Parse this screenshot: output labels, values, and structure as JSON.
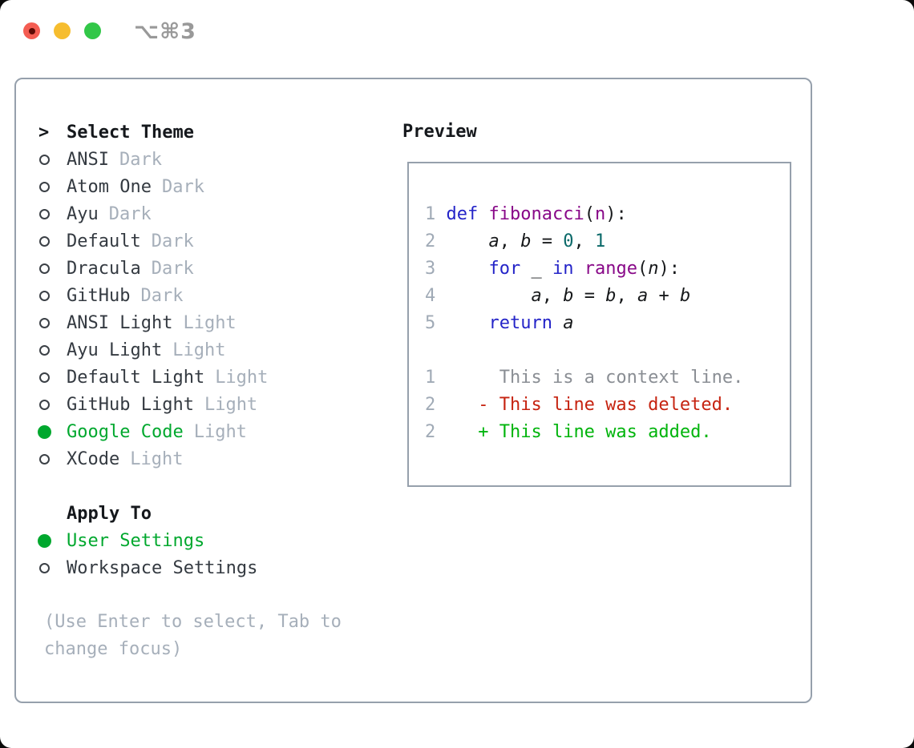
{
  "window": {
    "title": "⌥⌘3"
  },
  "colors": {
    "accent_green": "#00a82e",
    "list_text": "#343a41",
    "muted": "#a6afba",
    "panel_border": "#96a0ac",
    "title_text": "#999999",
    "traffic_red": "#f45d52",
    "traffic_yellow": "#f6bd2f",
    "traffic_green": "#32c748",
    "syntax_keyword": "#2424c8",
    "syntax_function": "#880888",
    "syntax_literal": "#0a6969",
    "syntax_plain": "#17191b",
    "line_number": "#a0aab6",
    "diff_context": "#8a8e94",
    "diff_deleted": "#c62310",
    "diff_added": "#00b40c"
  },
  "theme_list": {
    "prompt": ">",
    "header": "Select Theme",
    "items": [
      {
        "name": "ANSI",
        "variant": "Dark",
        "selected": false
      },
      {
        "name": "Atom One",
        "variant": "Dark",
        "selected": false
      },
      {
        "name": "Ayu",
        "variant": "Dark",
        "selected": false
      },
      {
        "name": "Default",
        "variant": "Dark",
        "selected": false
      },
      {
        "name": "Dracula",
        "variant": "Dark",
        "selected": false
      },
      {
        "name": "GitHub",
        "variant": "Dark",
        "selected": false
      },
      {
        "name": "ANSI Light",
        "variant": "Light",
        "selected": false
      },
      {
        "name": "Ayu Light",
        "variant": "Light",
        "selected": false
      },
      {
        "name": "Default Light",
        "variant": "Light",
        "selected": false
      },
      {
        "name": "GitHub Light",
        "variant": "Light",
        "selected": false
      },
      {
        "name": "Google Code",
        "variant": "Light",
        "selected": true
      },
      {
        "name": "XCode",
        "variant": "Light",
        "selected": false
      }
    ]
  },
  "apply_to": {
    "header": "Apply To",
    "options": [
      {
        "label": "User Settings",
        "selected": true
      },
      {
        "label": "Workspace Settings",
        "selected": false
      }
    ]
  },
  "help_text": [
    "(Use Enter to select, Tab to",
    "change focus)"
  ],
  "preview": {
    "header": "Preview",
    "lines": [
      [
        [
          "num",
          "1 "
        ],
        [
          "kw",
          "def"
        ],
        [
          "pln",
          " "
        ],
        [
          "fn",
          "fibonacci"
        ],
        [
          "pln",
          "("
        ],
        [
          "fn",
          "n"
        ],
        [
          "pln",
          "):"
        ]
      ],
      [
        [
          "num",
          "2 "
        ],
        [
          "pln",
          "    "
        ],
        [
          "var",
          "a"
        ],
        [
          "pln",
          ", "
        ],
        [
          "var",
          "b"
        ],
        [
          "pln",
          " = "
        ],
        [
          "lit",
          "0"
        ],
        [
          "pln",
          ", "
        ],
        [
          "lit",
          "1"
        ]
      ],
      [
        [
          "num",
          "3 "
        ],
        [
          "pln",
          "    "
        ],
        [
          "kw",
          "for"
        ],
        [
          "pln",
          " _ "
        ],
        [
          "kw",
          "in"
        ],
        [
          "pln",
          " "
        ],
        [
          "fn",
          "range"
        ],
        [
          "pln",
          "("
        ],
        [
          "var",
          "n"
        ],
        [
          "pln",
          "):"
        ]
      ],
      [
        [
          "num",
          "4 "
        ],
        [
          "pln",
          "        "
        ],
        [
          "var",
          "a"
        ],
        [
          "pln",
          ", "
        ],
        [
          "var",
          "b"
        ],
        [
          "pln",
          " = "
        ],
        [
          "var",
          "b"
        ],
        [
          "pln",
          ", "
        ],
        [
          "var",
          "a"
        ],
        [
          "pln",
          " + "
        ],
        [
          "var",
          "b"
        ]
      ],
      [
        [
          "num",
          "5 "
        ],
        [
          "pln",
          "    "
        ],
        [
          "kw",
          "return"
        ],
        [
          "pln",
          " "
        ],
        [
          "var",
          "a"
        ]
      ],
      [],
      [
        [
          "num",
          "1 "
        ],
        [
          "ctx",
          "     This is a context line."
        ]
      ],
      [
        [
          "num",
          "2 "
        ],
        [
          "del",
          "   - This line was deleted."
        ]
      ],
      [
        [
          "num",
          "2 "
        ],
        [
          "add",
          "   + This line was added."
        ]
      ]
    ]
  }
}
